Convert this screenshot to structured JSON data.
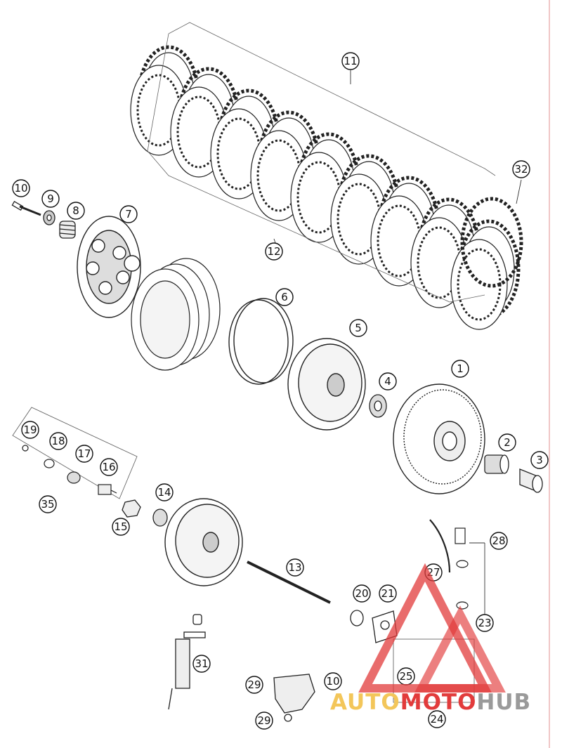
{
  "callouts": [
    "1",
    "2",
    "3",
    "4",
    "5",
    "6",
    "7",
    "8",
    "9",
    "10",
    "11",
    "12",
    "13",
    "14",
    "15",
    "16",
    "17",
    "18",
    "19",
    "20",
    "21",
    "23",
    "24",
    "25",
    "27",
    "28",
    "29",
    "31",
    "32",
    "35"
  ],
  "watermark": {
    "part1": "AUTO",
    "part2": "MOTO",
    "part3": "HUB"
  },
  "colors": {
    "line": "#222222",
    "logo_red": "#e23b3b",
    "logo_yellow": "#f3c65a",
    "logo_gray": "#9a9a9a"
  }
}
